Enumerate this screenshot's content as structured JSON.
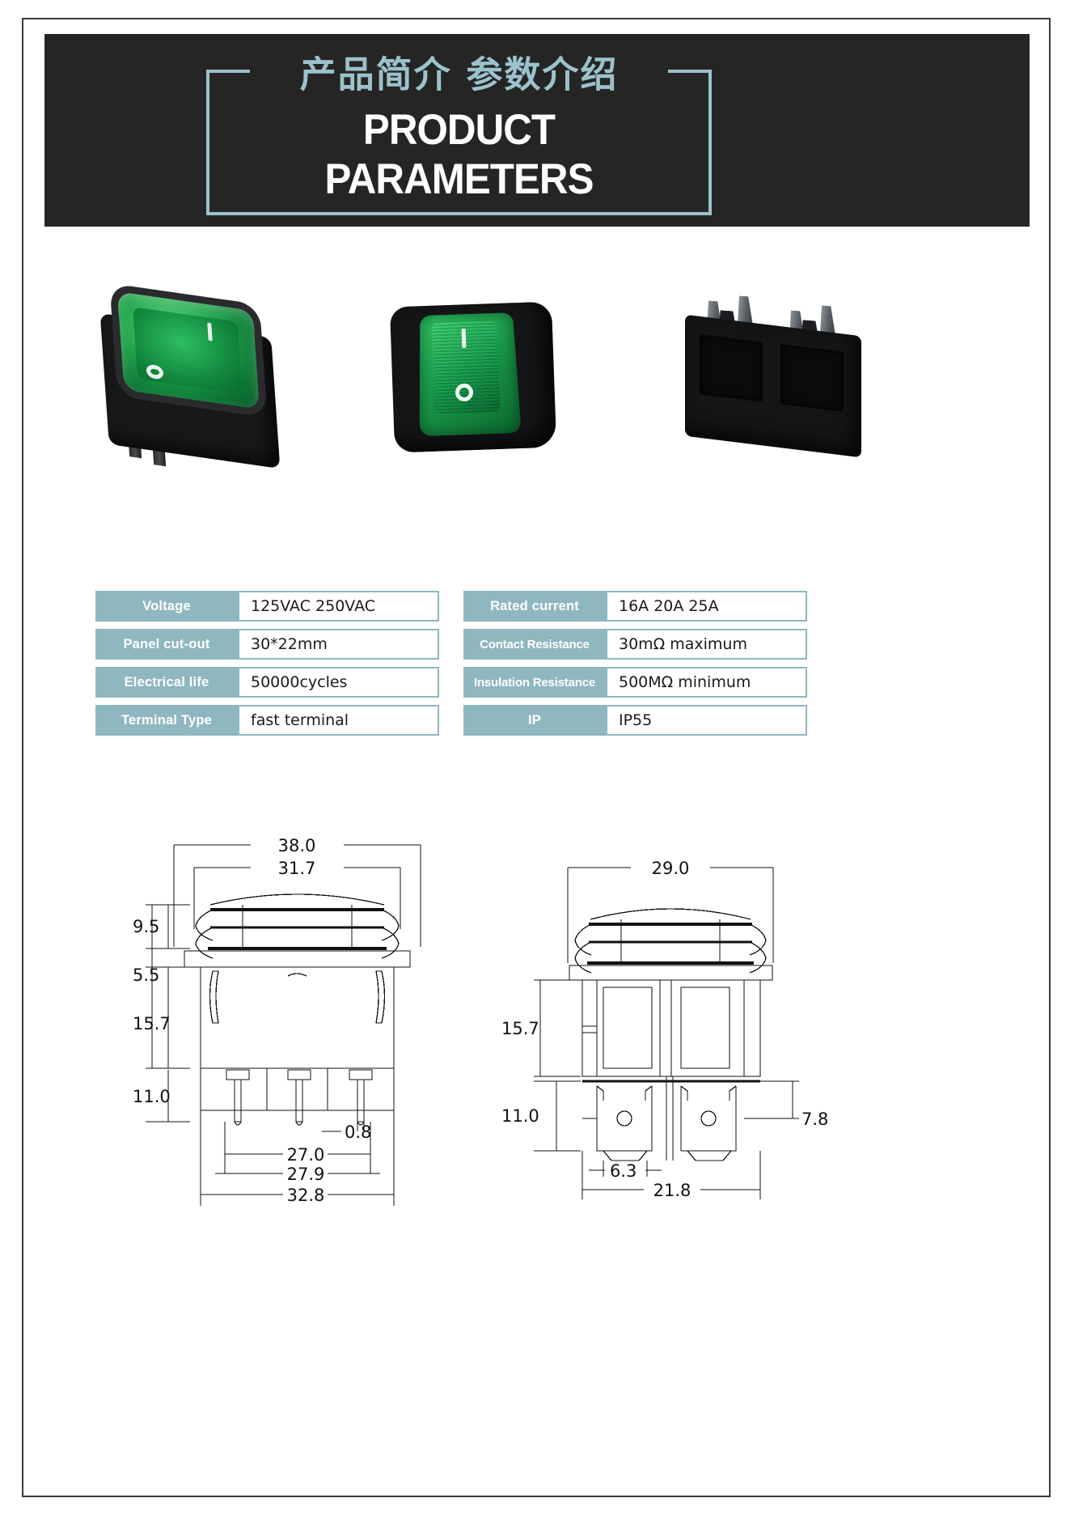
{
  "header": {
    "cn_title": "产品简介 参数介绍",
    "en_title": "PRODUCT PARAMETERS",
    "frame_color": "#9cc2cc",
    "background": "#252525"
  },
  "photos": [
    {
      "name": "rocker-switch-front-green-illuminated",
      "cap_color": "#21a44c",
      "body_color": "#17181a",
      "marking_on": "I",
      "marking_off": "O"
    },
    {
      "name": "rocker-switch-top-green-illuminated",
      "cap_color": "#1a9b4a",
      "body_color": "#141517",
      "marking_on": "I",
      "marking_off": "O"
    },
    {
      "name": "rocker-switch-rear-terminals",
      "body_color": "#141517",
      "terminal_color": "#9fa6ab"
    }
  ],
  "spec_table": {
    "label_bg": "#8fb7c0",
    "label_color": "#ffffff",
    "value_border": "#8fb7c0",
    "left_column": [
      {
        "label": "Voltage",
        "value": "125VAC 250VAC"
      },
      {
        "label": "Panel cut-out",
        "value": "30*22mm"
      },
      {
        "label": "Electrical life",
        "value": "50000cycles"
      },
      {
        "label": "Terminal Type",
        "value": "fast terminal"
      }
    ],
    "right_column": [
      {
        "label": "Rated current",
        "value": "16A  20A 25A"
      },
      {
        "label": "Contact Resistance",
        "value": "30mΩ maximum"
      },
      {
        "label": "Insulation Resistance",
        "value": "500MΩ minimum"
      },
      {
        "label": "IP",
        "value": "IP55"
      }
    ]
  },
  "drawings": {
    "front_view": {
      "name": "front-elevation-dimensioned-drawing",
      "dimensions": {
        "overall_width": "38.0",
        "bezel_width": "31.7",
        "bezel_height": "9.5",
        "flange_height": "5.5",
        "body_height": "15.7",
        "terminal_height": "11.0",
        "terminal_thickness": "0.8",
        "panel_width_a": "27.0",
        "panel_width_b": "27.9",
        "base_width": "32.8"
      }
    },
    "side_view": {
      "name": "side-elevation-dimensioned-drawing",
      "dimensions": {
        "overall_depth": "29.0",
        "body_height": "15.7",
        "terminal_height": "11.0",
        "terminal_width": "6.3",
        "terminal_offset": "7.8",
        "base_depth": "21.8"
      }
    }
  }
}
